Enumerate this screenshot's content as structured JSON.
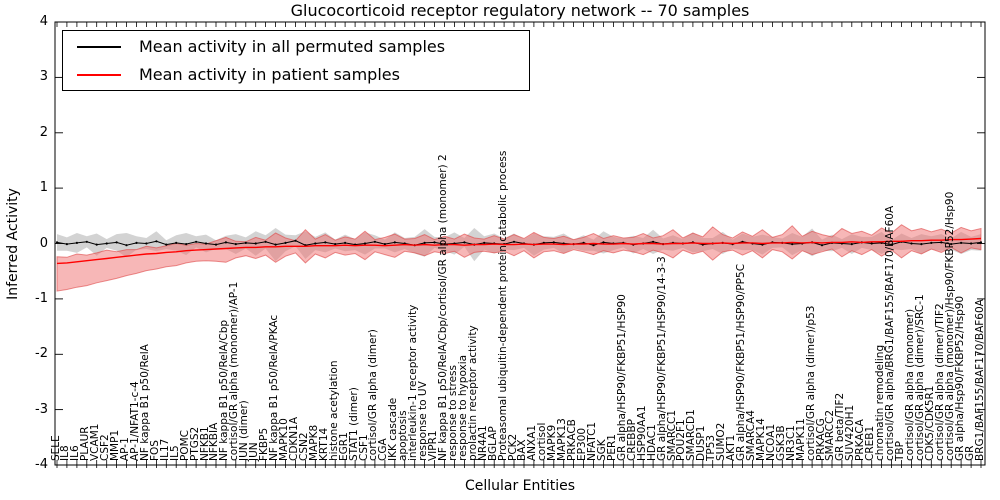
{
  "chart_data": {
    "type": "line",
    "title": "Glucocorticoid receptor regulatory network -- 70 samples",
    "xlabel": "Cellular Entities",
    "ylabel": "Inferred Activity",
    "ylim": [
      -4,
      4
    ],
    "yticks": [
      4,
      3,
      2,
      1,
      0,
      -1,
      -2,
      -3,
      -4
    ],
    "grid": false,
    "legend_position": "upper-left",
    "categories": [
      "SELE",
      "IL8",
      "IL6",
      "PLAUR",
      "VCAM1",
      "CSF2",
      "MMP1",
      "AP-1",
      "AP-1/NFAT1-c-4",
      "NF kappa B1 p50/RelA",
      "FOS",
      "IL17",
      "IL5",
      "POMC",
      "PTGS2",
      "NFKB1",
      "NFKBIA",
      "NF kappa B1 p50/RelA/Cbp",
      "cortisol/GR alpha (monomer)/AP-1",
      "JUN (dimer)",
      "JUN",
      "FKBP5",
      "NF kappa B1 p50/RelA/PKAc",
      "MAPK10",
      "CDKN1A",
      "CSN2",
      "MAPK8",
      "KRT14",
      "histone acetylation",
      "EGR1",
      "STAT1 (dimer)",
      "CSF1",
      "cortisol/GR alpha (dimer)",
      "CGA",
      "IKK cascade",
      "apoptosis",
      "interleukin-1 receptor activity",
      "response to UV",
      "VIPR1",
      "NF kappa B1 p50/RelA/Cbp/cortisol/GR alpha (monomer) 2",
      "response to stress",
      "response to hypoxia",
      "prolactin receptor activity",
      "NR4A1",
      "BGLAP",
      "Proteasomal ubiquitin-dependent protein catabolic process",
      "PCK2",
      "BAX",
      "ANXA1",
      "cortisol",
      "MAPK9",
      "MAPK13",
      "PRKACB",
      "EP300",
      "NFATC1",
      "SGK",
      "PER1",
      "GR alpha/HSP90/FKBP51/HSP90",
      "CREBBP",
      "HSP90AA1",
      "HDAC1",
      "GR alpha/HSP90/FKBP51/HSP90/14-3-3",
      "SMARCC1",
      "POU2F1",
      "SMARCD1",
      "DUSP1",
      "TP53",
      "SUMO2",
      "AKT1",
      "GR alpha/HSP90/FKBP51/HSP90/PP5C",
      "SMARCA4",
      "MAPK14",
      "NCOA1",
      "GSK3B",
      "NR3C1",
      "MAPK11",
      "cortisol/GR alpha (dimer)/p53",
      "PRKACG",
      "SMARCC2",
      "GR beta/TIF2",
      "SUV420H1",
      "PRKACA",
      "CREB1",
      "chromatin remodeling",
      "cortisol/GR alpha/BRG1/BAF155/BAF170/BAF60A",
      "TBP",
      "cortisol/GR alpha (monomer)",
      "cortisol/GR alpha (dimer)/SRC-1",
      "CDK5/CDK5R1",
      "cortisol/GR alpha (dimer)/TIF2",
      "cortisol/GR alpha (monomer)/Hsp90/FKBP52/Hsp90",
      "GR alpha/Hsp90/FKBP52/Hsp90",
      "GR",
      "BRG1/BAF155/BAF170/BAF60A"
    ],
    "series": [
      {
        "name": "Mean activity in all permuted samples",
        "color": "#000000",
        "marker": "dot",
        "values": [
          0.02,
          -0.01,
          0.01,
          0.03,
          -0.02,
          0.0,
          0.02,
          -0.03,
          0.01,
          0.0,
          0.04,
          -0.02,
          0.01,
          -0.01,
          0.03,
          0.0,
          -0.02,
          0.02,
          -0.01,
          0.01,
          0.0,
          0.03,
          -0.02,
          0.01,
          0.05,
          -0.03,
          0.0,
          0.02,
          -0.01,
          0.01,
          -0.02,
          0.0,
          0.03,
          -0.01,
          0.02,
          0.0,
          -0.03,
          0.01,
          0.02,
          -0.01,
          0.0,
          0.02,
          -0.02,
          0.01,
          0.0,
          -0.01,
          0.03,
          0.0,
          -0.02,
          0.01,
          0.02,
          0.0,
          -0.01,
          0.01,
          -0.03,
          0.02,
          0.0,
          0.01,
          -0.02,
          0.0,
          0.03,
          -0.01,
          0.01,
          0.0,
          0.02,
          -0.02,
          0.0,
          0.01,
          -0.01,
          0.03,
          0.0,
          -0.02,
          0.02,
          0.01,
          -0.01,
          0.0,
          0.02,
          -0.03,
          0.01,
          0.0,
          -0.01,
          0.02,
          0.0,
          0.01,
          -0.02,
          0.03,
          0.0,
          -0.01,
          0.01,
          0.02,
          -0.01,
          0.01,
          0.0,
          0.02
        ]
      },
      {
        "name": "Mean activity in patient samples",
        "color": "#ff0000",
        "marker": "none",
        "values": [
          -0.36,
          -0.35,
          -0.33,
          -0.31,
          -0.29,
          -0.27,
          -0.25,
          -0.23,
          -0.21,
          -0.19,
          -0.18,
          -0.16,
          -0.15,
          -0.13,
          -0.12,
          -0.11,
          -0.1,
          -0.09,
          -0.08,
          -0.07,
          -0.07,
          -0.06,
          -0.06,
          -0.05,
          -0.05,
          -0.05,
          -0.04,
          -0.04,
          -0.04,
          -0.03,
          -0.04,
          -0.03,
          -0.03,
          -0.04,
          -0.03,
          -0.02,
          -0.03,
          -0.02,
          -0.03,
          -0.02,
          -0.02,
          -0.03,
          -0.02,
          -0.02,
          -0.01,
          -0.02,
          -0.02,
          -0.01,
          -0.02,
          -0.01,
          -0.01,
          -0.02,
          -0.01,
          -0.01,
          0.0,
          -0.01,
          -0.01,
          0.0,
          -0.01,
          0.0,
          0.0,
          -0.01,
          0.0,
          0.0,
          0.01,
          0.0,
          0.0,
          0.01,
          0.0,
          0.01,
          0.01,
          0.0,
          0.01,
          0.01,
          0.02,
          0.01,
          0.02,
          0.01,
          0.02,
          0.02,
          0.03,
          0.02,
          0.03,
          0.03,
          0.04,
          0.04,
          0.05,
          0.05,
          0.06,
          0.06,
          0.07,
          0.07,
          0.08,
          0.09
        ]
      }
    ],
    "bands": [
      {
        "name": "permuted-samples-band",
        "follows_series": 0,
        "fill": "#9e9e9e",
        "fill_opacity": 0.45,
        "stroke": "none",
        "spread_up": [
          0.15,
          0.12,
          0.18,
          0.1,
          0.2,
          0.08,
          0.15,
          0.22,
          0.12,
          0.1,
          0.18,
          0.08,
          0.14,
          0.2,
          0.1,
          0.16,
          0.08,
          0.12,
          0.18,
          0.1,
          0.22,
          0.12,
          0.3,
          0.15,
          0.1,
          0.25,
          0.12,
          0.18,
          0.08,
          0.15,
          0.1,
          0.2,
          0.12,
          0.08,
          0.18,
          0.1,
          0.15,
          0.25,
          0.1,
          0.12,
          0.2,
          0.08,
          0.3,
          0.12,
          0.18,
          0.1,
          0.15,
          0.08,
          0.2,
          0.12,
          0.1,
          0.18,
          0.08,
          0.14,
          0.1,
          0.2,
          0.12,
          0.08,
          0.16,
          0.1,
          0.22,
          0.1,
          0.14,
          0.08,
          0.18,
          0.12,
          0.1,
          0.2,
          0.08,
          0.15,
          0.12,
          0.18,
          0.1,
          0.08,
          0.2,
          0.12,
          0.25,
          0.1,
          0.15,
          0.08,
          0.18,
          0.1,
          0.12,
          0.2,
          0.08,
          0.15,
          0.1,
          0.18,
          0.12,
          0.15,
          0.1,
          0.2,
          0.12,
          0.15
        ],
        "spread_down": [
          0.15,
          0.12,
          0.18,
          0.1,
          0.2,
          0.08,
          0.15,
          0.22,
          0.12,
          0.1,
          0.18,
          0.08,
          0.14,
          0.2,
          0.1,
          0.16,
          0.08,
          0.12,
          0.18,
          0.1,
          0.22,
          0.12,
          0.3,
          0.15,
          0.1,
          0.25,
          0.12,
          0.18,
          0.08,
          0.15,
          0.1,
          0.2,
          0.12,
          0.08,
          0.18,
          0.1,
          0.15,
          0.25,
          0.1,
          0.12,
          0.2,
          0.08,
          0.3,
          0.12,
          0.18,
          0.1,
          0.15,
          0.08,
          0.2,
          0.12,
          0.1,
          0.18,
          0.08,
          0.14,
          0.1,
          0.2,
          0.12,
          0.08,
          0.16,
          0.1,
          0.22,
          0.1,
          0.14,
          0.08,
          0.18,
          0.12,
          0.1,
          0.2,
          0.08,
          0.15,
          0.12,
          0.18,
          0.1,
          0.08,
          0.2,
          0.12,
          0.25,
          0.1,
          0.15,
          0.08,
          0.18,
          0.1,
          0.12,
          0.2,
          0.08,
          0.15,
          0.1,
          0.18,
          0.12,
          0.15,
          0.1,
          0.2,
          0.12,
          0.15
        ]
      },
      {
        "name": "patient-samples-band",
        "follows_series": 1,
        "fill": "#f07070",
        "fill_opacity": 0.5,
        "stroke": "#dd4444",
        "spread_up": [
          0.12,
          0.1,
          0.14,
          0.1,
          0.12,
          0.15,
          0.1,
          0.12,
          0.1,
          0.14,
          0.1,
          0.12,
          0.15,
          0.1,
          0.12,
          0.1,
          0.15,
          0.2,
          0.12,
          0.1,
          0.18,
          0.12,
          0.25,
          0.15,
          0.1,
          0.3,
          0.12,
          0.2,
          0.1,
          0.15,
          0.12,
          0.25,
          0.1,
          0.15,
          0.2,
          0.1,
          0.12,
          0.18,
          0.1,
          0.15,
          0.1,
          0.2,
          0.12,
          0.1,
          0.15,
          0.1,
          0.18,
          0.1,
          0.22,
          0.12,
          0.1,
          0.15,
          0.08,
          0.12,
          0.18,
          0.1,
          0.15,
          0.1,
          0.12,
          0.18,
          0.1,
          0.15,
          0.25,
          0.1,
          0.18,
          0.12,
          0.3,
          0.15,
          0.1,
          0.2,
          0.12,
          0.25,
          0.1,
          0.15,
          0.3,
          0.12,
          0.2,
          0.15,
          0.1,
          0.25,
          0.15,
          0.2,
          0.12,
          0.25,
          0.15,
          0.3,
          0.18,
          0.22,
          0.15,
          0.2,
          0.12,
          0.22,
          0.15,
          0.18
        ],
        "spread_down": [
          0.5,
          0.48,
          0.46,
          0.45,
          0.42,
          0.4,
          0.38,
          0.35,
          0.33,
          0.3,
          0.28,
          0.26,
          0.25,
          0.22,
          0.2,
          0.2,
          0.22,
          0.25,
          0.18,
          0.15,
          0.2,
          0.15,
          0.28,
          0.18,
          0.12,
          0.3,
          0.15,
          0.22,
          0.12,
          0.18,
          0.14,
          0.26,
          0.12,
          0.16,
          0.22,
          0.12,
          0.14,
          0.2,
          0.12,
          0.16,
          0.12,
          0.22,
          0.14,
          0.12,
          0.16,
          0.12,
          0.2,
          0.12,
          0.24,
          0.14,
          0.12,
          0.16,
          0.1,
          0.14,
          0.2,
          0.12,
          0.16,
          0.12,
          0.14,
          0.2,
          0.12,
          0.16,
          0.26,
          0.12,
          0.2,
          0.14,
          0.3,
          0.16,
          0.12,
          0.22,
          0.14,
          0.26,
          0.12,
          0.16,
          0.3,
          0.14,
          0.22,
          0.16,
          0.12,
          0.26,
          0.16,
          0.22,
          0.14,
          0.26,
          0.16,
          0.3,
          0.18,
          0.24,
          0.16,
          0.22,
          0.14,
          0.24,
          0.16,
          0.2
        ]
      }
    ]
  },
  "colors": {
    "axis": "#000000",
    "background": "#ffffff",
    "permuted_line": "#000000",
    "patient_line": "#ff0000"
  }
}
